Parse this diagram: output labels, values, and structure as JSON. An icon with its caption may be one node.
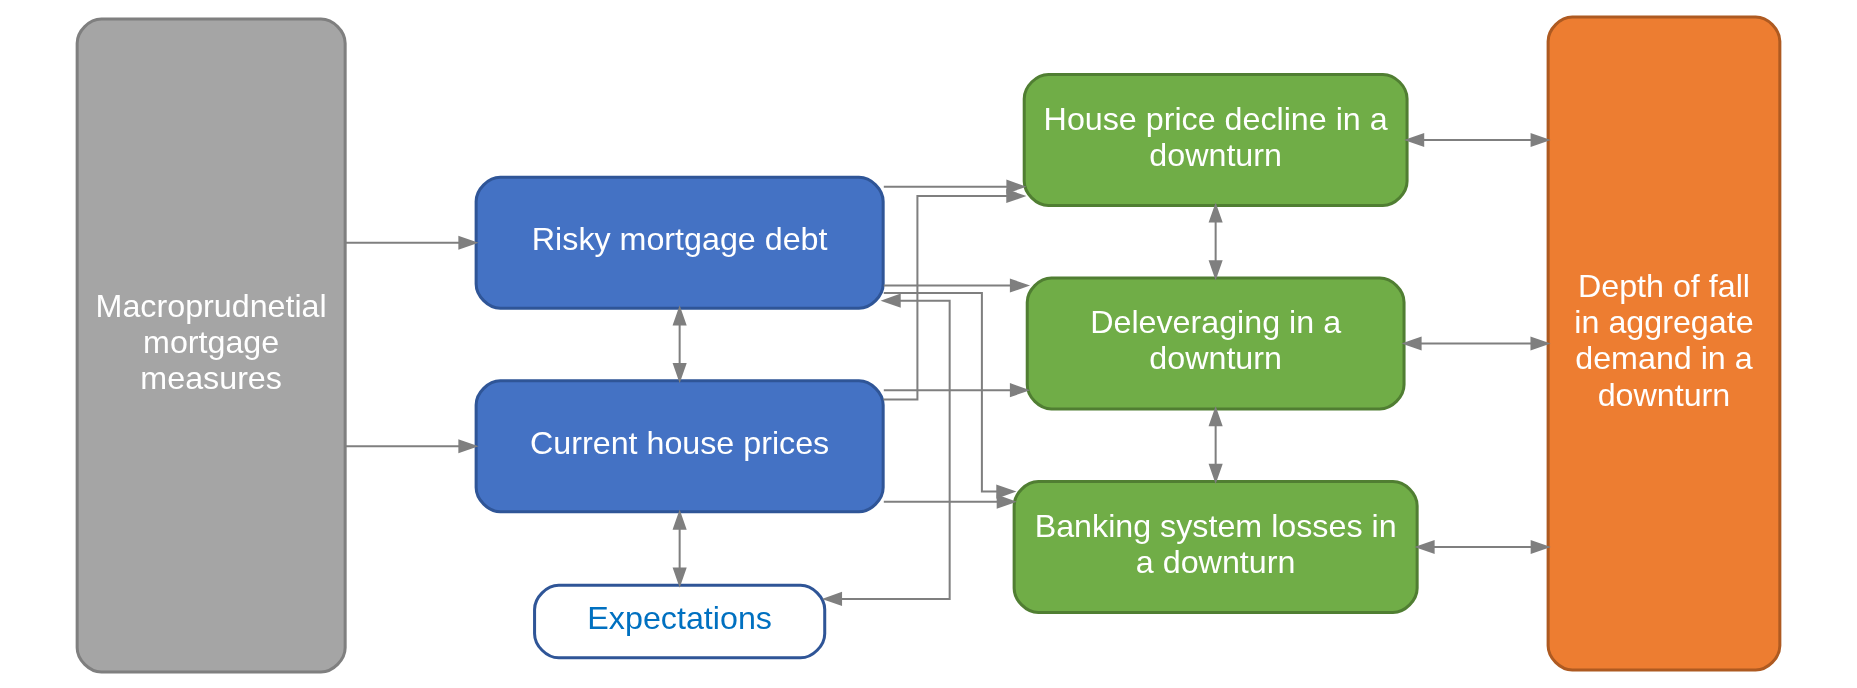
{
  "diagram": {
    "nodes": [
      {
        "text": [
          "Macroprudnetial mortgage measures"
        ]
      },
      {
        "text": [
          "Risky mortgage debt"
        ]
      },
      {
        "text": [
          "Current house prices"
        ]
      },
      {
        "text": [
          "Expectations"
        ]
      },
      {
        "text": [
          "House price decline in a downturn"
        ]
      },
      {
        "text": [
          "Deleveraging in a downturn"
        ]
      },
      {
        "text": [
          "Banking system losses in a downturn"
        ]
      },
      {
        "text": [
          "Depth of fall in aggregate demand in a downturn"
        ]
      }
    ],
    "edges": [
      {
        "from": 0,
        "to": 1,
        "arrow": "to"
      },
      {
        "from": 0,
        "to": 2,
        "arrow": "to"
      },
      {
        "from": 1,
        "to": 2,
        "arrow": "both"
      },
      {
        "from": 1,
        "to": 3,
        "arrow": "both"
      },
      {
        "from": 2,
        "to": 3,
        "arrow": "both"
      },
      {
        "from": 1,
        "to": 4,
        "arrow": "to"
      },
      {
        "from": 1,
        "to": 5,
        "arrow": "to"
      },
      {
        "from": 1,
        "to": 6,
        "arrow": "to"
      },
      {
        "from": 2,
        "to": 4,
        "arrow": "to"
      },
      {
        "from": 2,
        "to": 5,
        "arrow": "to"
      },
      {
        "from": 2,
        "to": 6,
        "arrow": "to"
      },
      {
        "from": 4,
        "to": 5,
        "arrow": "both"
      },
      {
        "from": 5,
        "to": 6,
        "arrow": "both"
      },
      {
        "from": 4,
        "to": 7,
        "arrow": "both"
      },
      {
        "from": 5,
        "to": 7,
        "arrow": "both"
      },
      {
        "from": 6,
        "to": 7,
        "arrow": "both"
      }
    ]
  }
}
